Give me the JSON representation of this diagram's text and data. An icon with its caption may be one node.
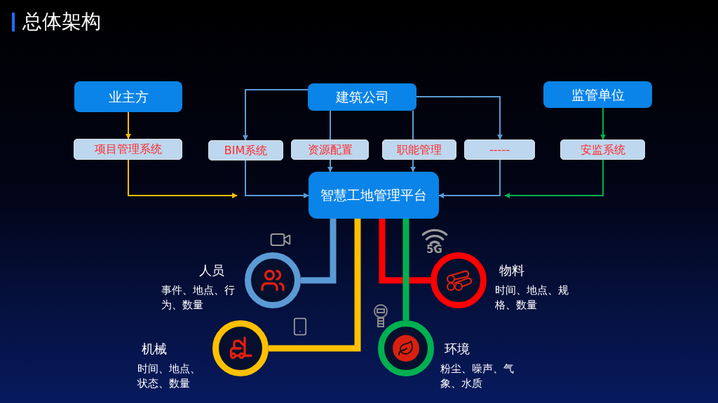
{
  "diagram": {
    "title": "总体架构",
    "nodes": [
      {
        "text": [
          "业主方"
        ]
      },
      {
        "text": [
          "建筑公司"
        ]
      },
      {
        "text": [
          "监管单位"
        ]
      },
      {
        "text": [
          "项目管理系统"
        ]
      },
      {
        "text": [
          "BIM系统"
        ]
      },
      {
        "text": [
          "资源配置"
        ]
      },
      {
        "text": [
          "职能管理"
        ]
      },
      {
        "text": [
          "-----"
        ]
      },
      {
        "text": [
          "安监系统"
        ]
      },
      {
        "text": [
          "智慧工地管理平台"
        ]
      },
      {
        "text": [],
        "shape": "circle",
        "beside": [
          "人员",
          "事件、地点、行为、数量"
        ]
      },
      {
        "text": [],
        "shape": "circle",
        "beside": [
          "物料",
          "时间、地点、规格、数量"
        ]
      },
      {
        "text": [],
        "shape": "circle",
        "beside": [
          "机械",
          "时间、地点、状态、数量"
        ]
      },
      {
        "text": [],
        "shape": "circle",
        "beside": [
          "环境",
          "粉尘、噪声、气象、水质"
        ]
      }
    ],
    "edges": [
      {
        "from": 0,
        "to": 3,
        "arrow": "to",
        "color": "#ffc000"
      },
      {
        "from": 3,
        "to": null,
        "arrow": "to",
        "color": "#ffc000"
      },
      {
        "from": 1,
        "to": 4,
        "arrow": "to"
      },
      {
        "from": 1,
        "to": 5,
        "arrow": "none"
      },
      {
        "from": 5,
        "to": 9,
        "arrow": "to"
      },
      {
        "from": 1,
        "to": 6,
        "arrow": "none"
      },
      {
        "from": 6,
        "to": 9,
        "arrow": "to"
      },
      {
        "from": 1,
        "to": 7,
        "arrow": "to"
      },
      {
        "from": 7,
        "to": 9,
        "arrow": "to"
      },
      {
        "from": 4,
        "to": 9,
        "arrow": "to"
      },
      {
        "from": 2,
        "to": 8,
        "arrow": "to",
        "color": "#00b050"
      },
      {
        "from": 8,
        "to": null,
        "arrow": "to",
        "color": "#00b050"
      },
      {
        "from": 9,
        "to": 10,
        "arrow": "none",
        "style": "thick"
      },
      {
        "from": 9,
        "to": 12,
        "arrow": "none",
        "style": "thick",
        "color": "#ffc000"
      },
      {
        "from": 9,
        "to": 11,
        "arrow": "none",
        "style": "thick",
        "color": "#ff0000"
      },
      {
        "from": 9,
        "to": 13,
        "arrow": "none",
        "style": "thick",
        "color": "#00b050"
      }
    ],
    "labels": [
      "5G"
    ]
  }
}
